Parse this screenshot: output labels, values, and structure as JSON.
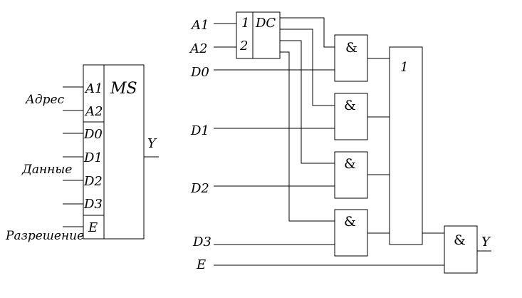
{
  "left_symbol": {
    "title": "MS",
    "group_labels": {
      "address": "Адрес",
      "data": "Данные",
      "enable": "Разрешение"
    },
    "address_pins": [
      "A1",
      "A2"
    ],
    "data_pins": [
      "D0",
      "D1",
      "D2",
      "D3"
    ],
    "enable_pin": "E",
    "output": "Y"
  },
  "circuit": {
    "inputs": {
      "a1": "A1",
      "a2": "A2",
      "d0": "D0",
      "d1": "D1",
      "d2": "D2",
      "d3": "D3",
      "e": "E"
    },
    "decoder": {
      "title": "DC",
      "input_labels": [
        "1",
        "2"
      ]
    },
    "and_gate_label": "&",
    "or_gate_label": "1",
    "output": "Y"
  },
  "colors": {
    "stroke": "#000000",
    "background": "#ffffff"
  }
}
